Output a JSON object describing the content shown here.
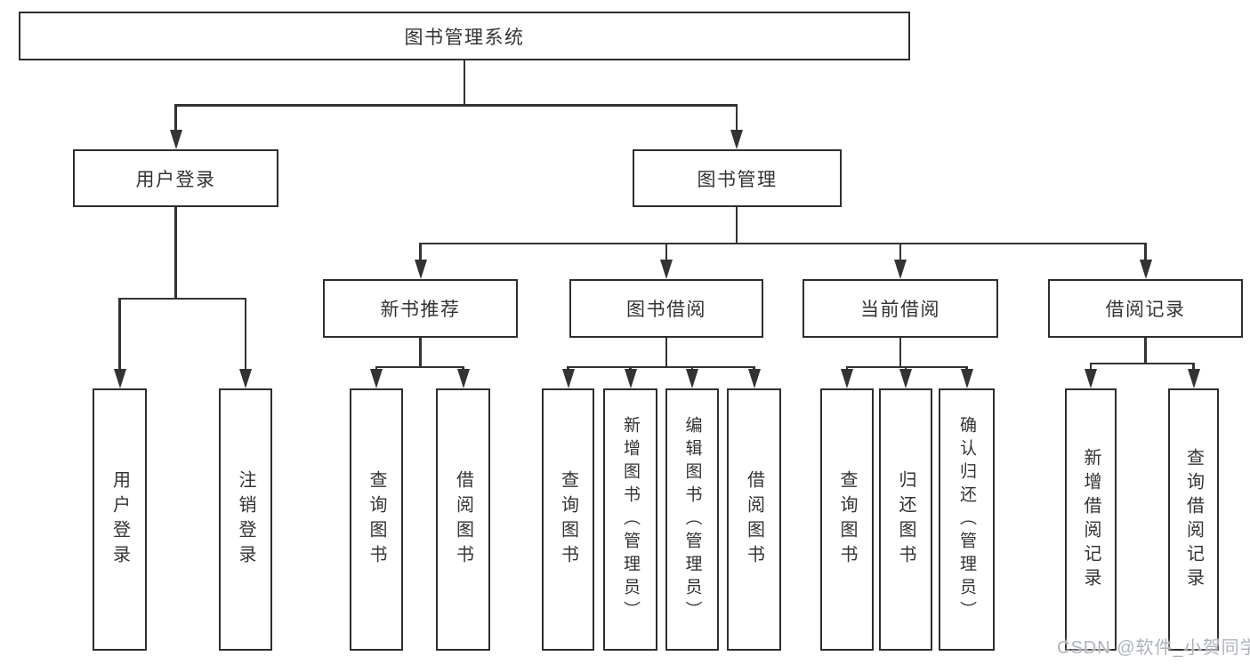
{
  "colors": {
    "background": "#ffffff",
    "line": "#333333",
    "box_border": "#2e2e2e",
    "text": "#333333",
    "watermark": "#aeb3bb"
  },
  "tree": {
    "root": {
      "label": "图书管理系统"
    },
    "branches": [
      {
        "label": "用户登录",
        "children": [
          {
            "label": "用户登录"
          },
          {
            "label": "注销登录"
          }
        ]
      },
      {
        "label": "图书管理",
        "children": [
          {
            "label": "新书推荐",
            "children": [
              {
                "label": "查询图书"
              },
              {
                "label": "借阅图书"
              }
            ]
          },
          {
            "label": "图书借阅",
            "children": [
              {
                "label": "查询图书"
              },
              {
                "label": "新增图书（管理员）"
              },
              {
                "label": "编辑图书（管理员）"
              },
              {
                "label": "借阅图书"
              }
            ]
          },
          {
            "label": "当前借阅",
            "children": [
              {
                "label": "查询图书"
              },
              {
                "label": "归还图书"
              },
              {
                "label": "确认归还（管理员）"
              }
            ]
          },
          {
            "label": "借阅记录",
            "children": [
              {
                "label": "新增借阅记录"
              },
              {
                "label": "查询借阅记录"
              }
            ]
          }
        ]
      }
    ]
  },
  "watermark": {
    "text": "CSDN @软件_小贺同学"
  }
}
